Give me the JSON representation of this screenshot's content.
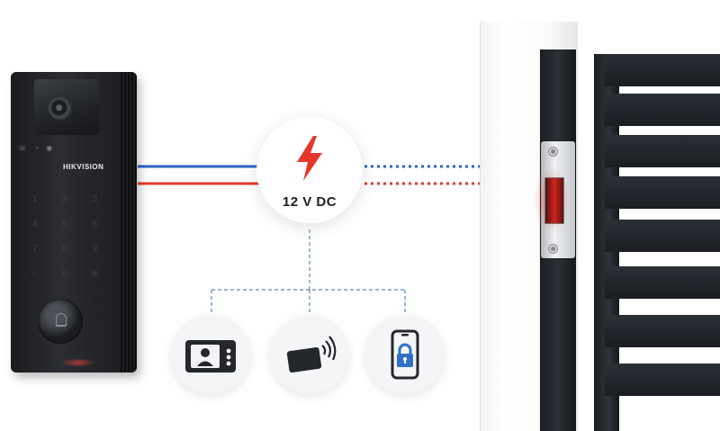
{
  "door_station": {
    "brand": "HIKVISION",
    "keys": [
      "1",
      "2",
      "3",
      "4",
      "5",
      "6",
      "7",
      "8",
      "9",
      "⌂",
      "0",
      "⊕"
    ]
  },
  "power": {
    "label": "12 V DC"
  },
  "colors": {
    "positive_wire": "#e33a2c",
    "negative_wire": "#2f63c6",
    "bolt": "#e8352b",
    "connector_dashed": "#5b88c4",
    "icon_dark": "#24282d",
    "icon_blue": "#2f6fc7"
  },
  "functions": [
    {
      "icon": "video-intercom-monitor-icon"
    },
    {
      "icon": "rfid-card-icon"
    },
    {
      "icon": "smartphone-lock-icon"
    }
  ]
}
